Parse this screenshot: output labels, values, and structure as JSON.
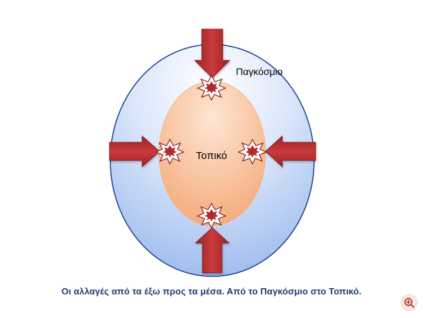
{
  "diagram": {
    "outer_label": "Παγκόσμιο",
    "inner_label": "Τοπικό",
    "caption": "Οι αλλαγές από τα έξω προς τα μέσα. Από το Παγκόσμιο στο Τοπικό."
  },
  "colors": {
    "outer_border": "#1c3f8c",
    "outer_fill_top": "#ffffff",
    "outer_fill_bottom": "#a9c4f2",
    "inner_fill_top": "#fde2cc",
    "inner_fill_bottom": "#f3a877",
    "inner_border": "#f1b789",
    "arrow_fill": "#b12a2c",
    "arrow_border": "#8a1d1f",
    "burst_fill": "#ffffff",
    "burst_border": "#8a1d1f",
    "caption": "#1f3a6e",
    "zoom_icon": "#c0392b"
  },
  "icons": {
    "arrows": "arrow-icon",
    "bursts": "explosion-icon",
    "zoom": "zoom-in-icon"
  }
}
